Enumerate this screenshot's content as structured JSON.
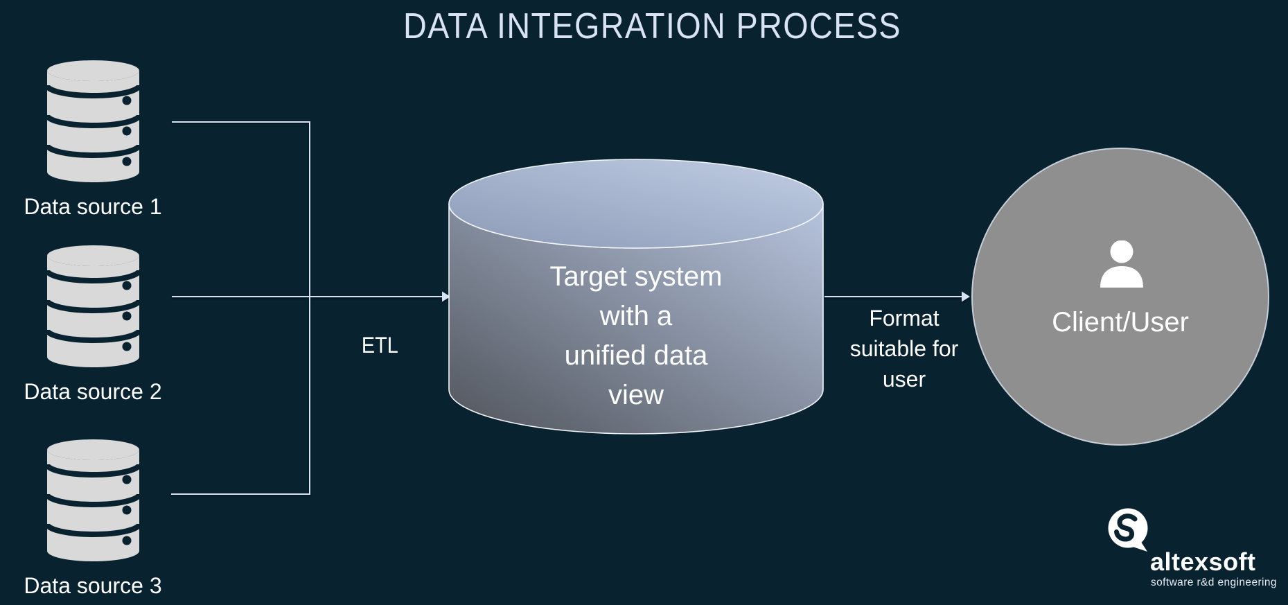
{
  "title": "DATA INTEGRATION PROCESS",
  "sources": [
    "Data source 1",
    "Data source 2",
    "Data source 3"
  ],
  "etl_label": "ETL",
  "target_system": {
    "lines": [
      "Target system",
      "with a",
      "unified data",
      "view"
    ]
  },
  "format_label": {
    "lines": [
      "Format",
      "suitable for",
      "user"
    ]
  },
  "client": {
    "label": "Client/User"
  },
  "logo": {
    "wordmark": "altexsoft",
    "tagline": "software r&d engineering"
  },
  "colors": {
    "background": "#082230",
    "line": "#d7e3f1",
    "title_text": "#d9e3f3",
    "label_text": "#ffffff",
    "db_icon_fill": "#d9d9d9",
    "client_circle_fill": "#8f8f8f",
    "client_circle_stroke": "#c8cfd7",
    "cylinder_dark": "#50545b",
    "cylinder_mid": "#848d9e",
    "cylinder_light": "#b7c4de",
    "cylinder_top_dark": "#8c9ab6",
    "cylinder_top_light": "#c0cde4",
    "cylinder_stroke": "#f2f5fa",
    "logo_text": "#ffffff"
  }
}
